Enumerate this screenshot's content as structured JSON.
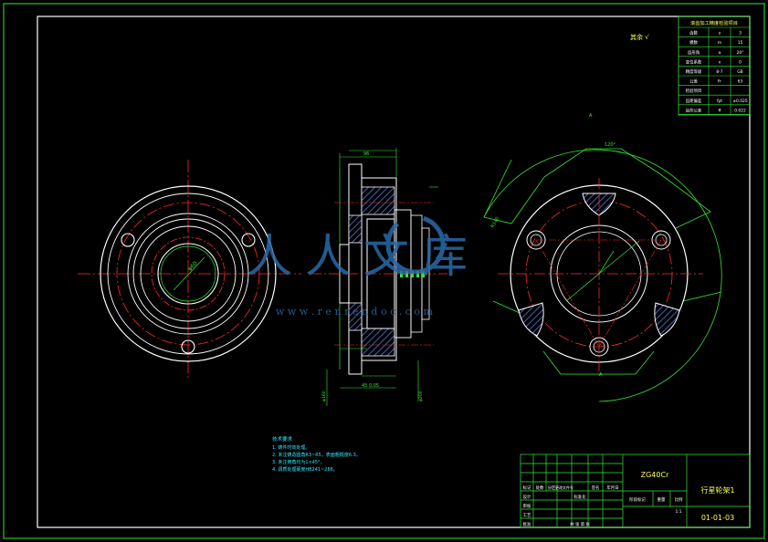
{
  "drawing": {
    "roughness_note": "其余 √",
    "material": "ZG40Cr",
    "part_name": "行星轮架1",
    "drawing_number": "01-01-03",
    "watermark": {
      "brand": "人人文库",
      "url": "w w w . r e n r e n d o c . c o m"
    }
  },
  "gear_table": {
    "title": "滚齿加工精度检验项目",
    "rows": [
      [
        "齿数",
        "z",
        "3"
      ],
      [
        "模数",
        "m",
        "15"
      ],
      [
        "齿形角",
        "α",
        "20°"
      ],
      [
        "变位系数",
        "x",
        "0"
      ],
      [
        "精度等级",
        "8-7",
        "GB"
      ],
      [
        "公差",
        "Fr",
        "63"
      ],
      [
        "检验项目",
        "",
        ""
      ],
      [
        "齿距偏差",
        "fpt",
        "±0.025"
      ],
      [
        "齿形公差",
        "ff",
        "0.022"
      ]
    ]
  },
  "tech_requirements": {
    "title": "技术要求",
    "items": [
      "1. 铸件时效处理。",
      "2. 未注铸造圆角R3~R5，表面粗糙度6.3。",
      "3. 未注倒角均为1×45°。",
      "4. 调质处理硬度HB241~286。"
    ]
  },
  "title_block": {
    "header": [
      "标记",
      "处数",
      "分区",
      "更改文件号",
      "签名",
      "年月日"
    ],
    "rows": [
      "设计",
      "审核",
      "工艺",
      "批准"
    ],
    "stage_label": "阶段标记",
    "weight_label": "重量",
    "scale_label": "比例",
    "scale_value": "1:1",
    "standardization": "标准化",
    "sheet": "共 张 第 张"
  },
  "colors": {
    "frame": "#34e834",
    "outline": "#ffffff",
    "centerline": "#ff2a2a",
    "dimension": "#34e834",
    "hatch": "#5a7ad6",
    "notes": "#2fe6ff"
  }
}
